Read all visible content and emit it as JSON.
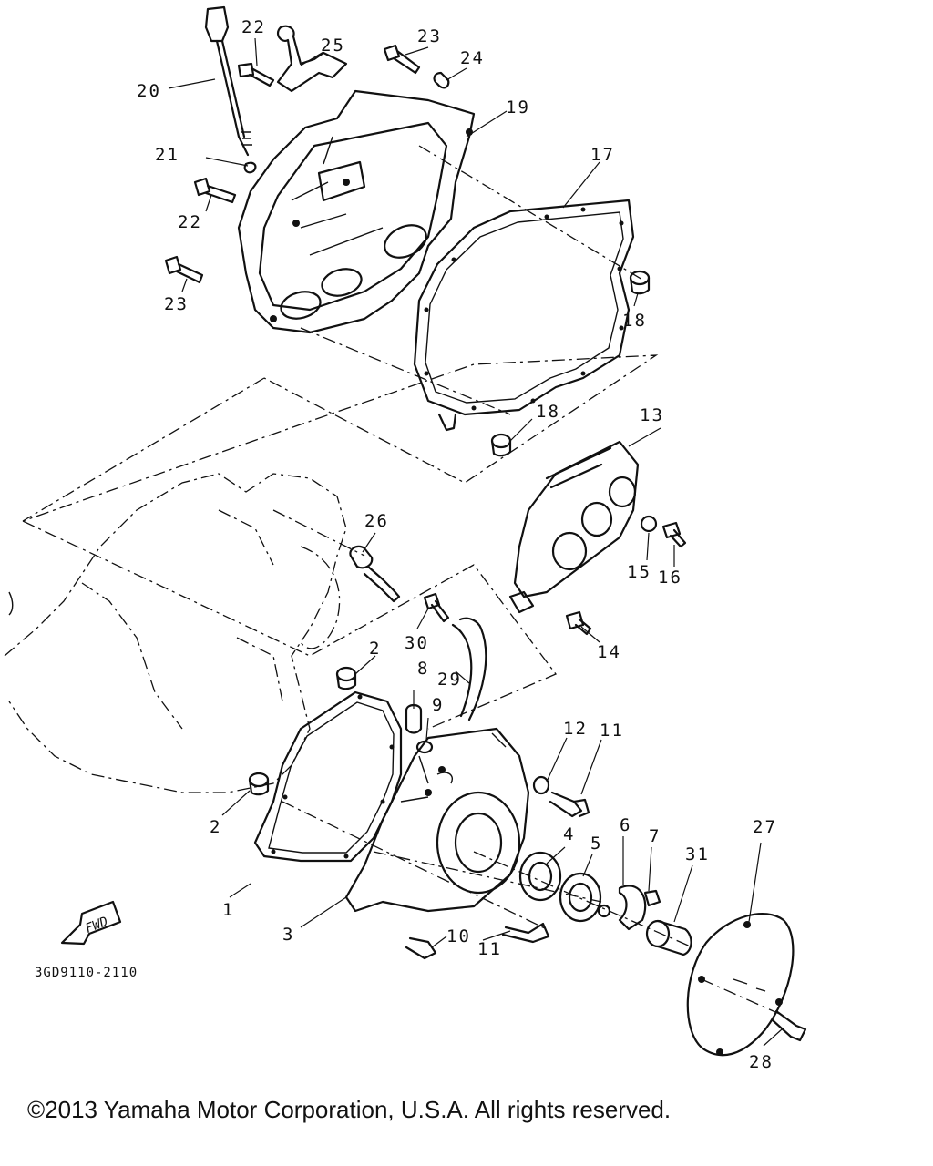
{
  "diagram": {
    "drawing_code": "3GD9110-2110",
    "fwd_label": "FWD",
    "callouts": {
      "c1": "1",
      "c2a": "2",
      "c2b": "2",
      "c3": "3",
      "c4": "4",
      "c5": "5",
      "c6": "6",
      "c7": "7",
      "c8": "8",
      "c9": "9",
      "c10": "10",
      "c11a": "11",
      "c11b": "11",
      "c12": "12",
      "c13": "13",
      "c14": "14",
      "c15": "15",
      "c16": "16",
      "c17": "17",
      "c18a": "18",
      "c18b": "18",
      "c19": "19",
      "c20": "20",
      "c21": "21",
      "c22a": "22",
      "c22b": "22",
      "c23a": "23",
      "c23b": "23",
      "c24": "24",
      "c25": "25",
      "c26": "26",
      "c27": "27",
      "c28": "28",
      "c29": "29",
      "c30": "30",
      "c31": "31"
    }
  },
  "footer": {
    "copyright": "©2013 Yamaha Motor Corporation, U.S.A. All rights reserved."
  }
}
